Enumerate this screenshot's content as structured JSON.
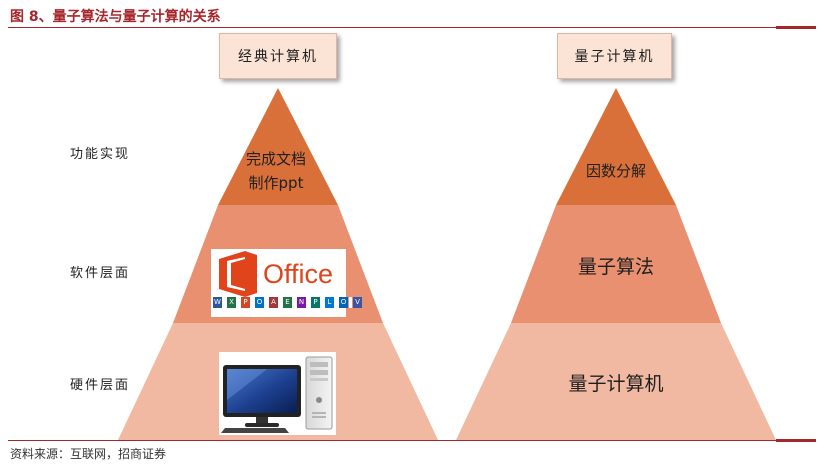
{
  "figure": {
    "title": "图 8、量子算法与量子计算的关系",
    "source": "资料来源：互联网，招商证券"
  },
  "headers": {
    "classical": "经典计算机",
    "quantum": "量子计算机"
  },
  "row_labels": {
    "function": "功能实现",
    "software": "软件层面",
    "hardware": "硬件层面"
  },
  "classical": {
    "top_line1": "完成文档",
    "top_line2": "制作ppt",
    "software_logo_text": "Office",
    "software_logo_icon": "office-logo-icon",
    "app_letters": [
      "W",
      "X",
      "P",
      "O",
      "A",
      "E",
      "N",
      "P",
      "L",
      "O",
      "V"
    ],
    "hardware_icon": "desktop-computer-icon"
  },
  "quantum": {
    "top": "因数分解",
    "middle": "量子算法",
    "bottom": "量子计算机"
  },
  "colors": {
    "accent": "#a5272d",
    "tier_top": "#d9703a",
    "tier_mid": "#e89070",
    "tier_bottom": "#f1b9a2",
    "header_fill": "#fbe3d6",
    "office_orange": "#e0441b"
  }
}
